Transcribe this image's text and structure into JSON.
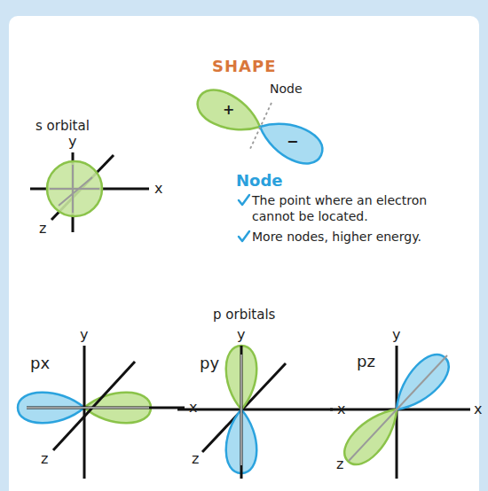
{
  "diagram": {
    "title": "SHAPE",
    "labels": [
      "s orbital",
      "y",
      "x",
      "z",
      "Node",
      "+",
      "−",
      "Node",
      "The point where an electron cannot be located.",
      "More nodes, higher energy.",
      "p orbitals",
      "px",
      "y",
      "x",
      "z",
      "py",
      "y",
      "x",
      "z",
      "pz",
      "y",
      "x",
      "z"
    ]
  }
}
